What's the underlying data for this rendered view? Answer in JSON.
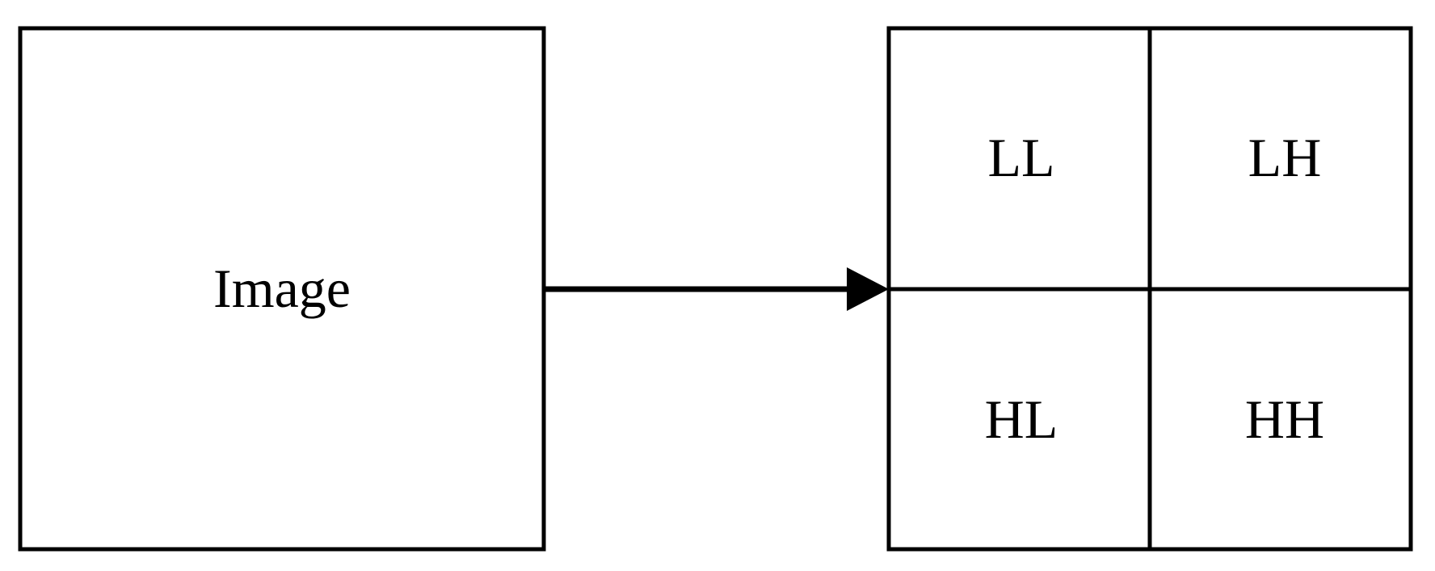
{
  "diagram": {
    "source_label": "Image",
    "subbands": [
      {
        "id": "ll",
        "label": "LL"
      },
      {
        "id": "lh",
        "label": "LH"
      },
      {
        "id": "hl",
        "label": "HL"
      },
      {
        "id": "hh",
        "label": "HH"
      }
    ],
    "colors": {
      "stroke": "#000000",
      "background": "#ffffff",
      "text": "#000000"
    }
  }
}
